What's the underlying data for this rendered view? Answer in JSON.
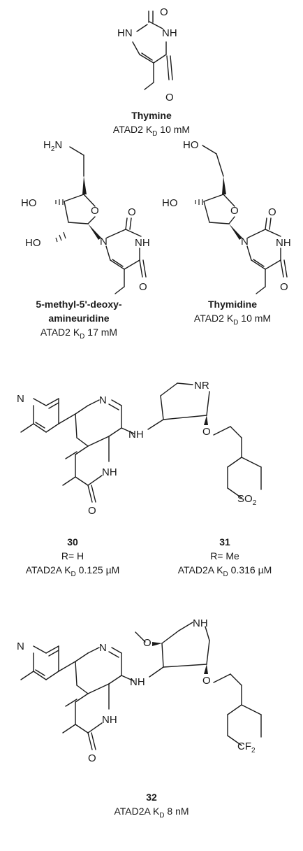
{
  "atoms": {
    "hn": "HN",
    "nh": "NH",
    "o": "O",
    "n": "N",
    "ho": "HO",
    "h2n": "H",
    "h2n_sub": "2",
    "h2n_n": "N",
    "nr": "NR",
    "so2": "SO",
    "so2_sub": "2",
    "cf2": "CF",
    "cf2_sub": "2"
  },
  "compounds": {
    "thymine": {
      "name": "Thymine",
      "kd_prefix": "ATAD2 K",
      "kd_sub": "D",
      "kd_value": " 10 mM"
    },
    "aminoribo": {
      "name_line1": "5-methyl-5'-deoxy-",
      "name_line2": "amineuridine",
      "kd_prefix": "ATAD2 K",
      "kd_sub": "D",
      "kd_value": " 17 mM"
    },
    "thymidine": {
      "name": "Thymidine",
      "kd_prefix": "ATAD2 K",
      "kd_sub": "D",
      "kd_value": " 10 mM"
    },
    "c30": {
      "number": "30",
      "r_group": "R= H",
      "kd_prefix": "ATAD2A K",
      "kd_sub": "D",
      "kd_value": " 0.125 µM"
    },
    "c31": {
      "number": "31",
      "r_group": "R= Me",
      "kd_prefix": "ATAD2A K",
      "kd_sub": "D",
      "kd_value": " 0.316 µM"
    },
    "c32": {
      "number": "32",
      "kd_prefix": "ATAD2A K",
      "kd_sub": "D",
      "kd_value": " 8 nM"
    }
  }
}
